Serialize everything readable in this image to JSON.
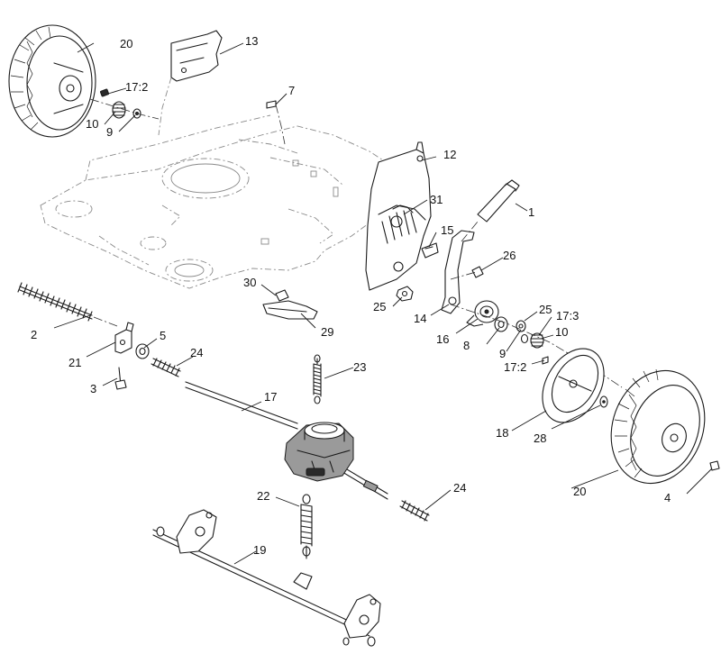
{
  "diagram": {
    "title": "",
    "callouts": {
      "c1": "1",
      "c2": "2",
      "c3": "3",
      "c4": "4",
      "c5": "5",
      "c7": "7",
      "c8": "8",
      "c9a": "9",
      "c9b": "9",
      "c10a": "10",
      "c10b": "10",
      "c12": "12",
      "c13": "13",
      "c14": "14",
      "c15": "15",
      "c16": "16",
      "c17": "17",
      "c17_2a": "17:2",
      "c17_2b": "17:2",
      "c17_3": "17:3",
      "c18": "18",
      "c19": "19",
      "c20a": "20",
      "c20b": "20",
      "c21": "21",
      "c22": "22",
      "c23": "23",
      "c24a": "24",
      "c24b": "24",
      "c25a": "25",
      "c25b": "25",
      "c26": "26",
      "c28": "28",
      "c29": "29",
      "c30": "30",
      "c31": "31"
    }
  }
}
